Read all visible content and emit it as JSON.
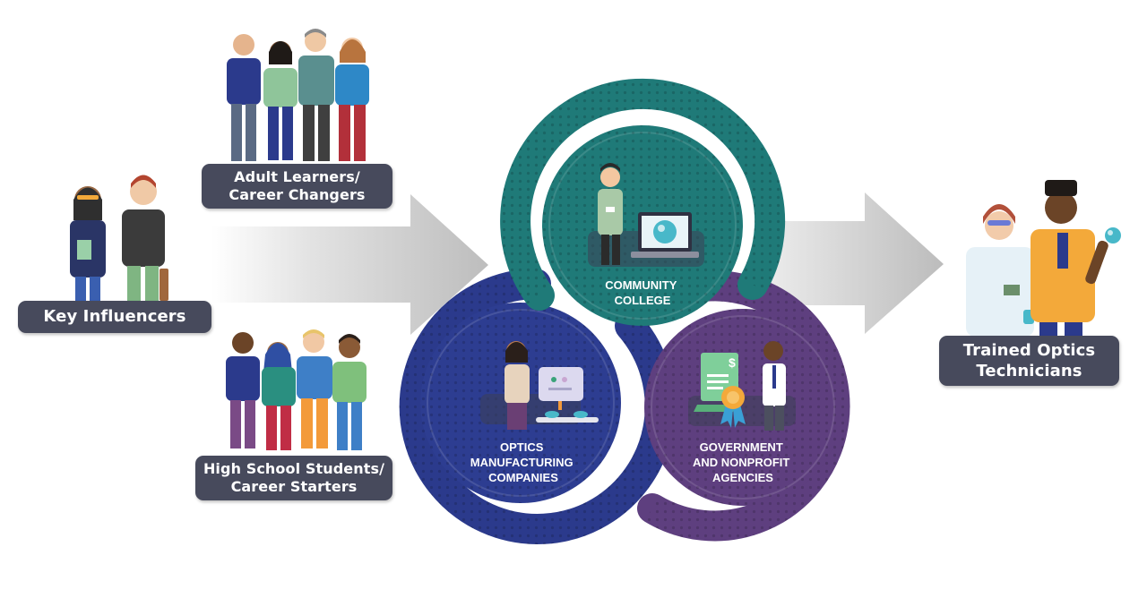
{
  "groups": {
    "key_influencers": "Key Influencers",
    "adult_learners": [
      "Adult Learners/",
      "Career Changers"
    ],
    "high_school": [
      "High School Students/",
      "Career Starters"
    ],
    "trained": [
      "Trained Optics",
      "Technicians"
    ]
  },
  "partners": {
    "college": [
      "COMMUNITY",
      "COLLEGE"
    ],
    "companies": [
      "OPTICS",
      "MANUFACTURING",
      "COMPANIES"
    ],
    "agencies": [
      "GOVERNMENT",
      "AND NONPROFIT",
      "AGENCIES"
    ]
  },
  "colors": {
    "teal": "#1f7a78",
    "navy": "#2b3a8c",
    "purple": "#5e3f7f",
    "label": "#474a5c",
    "arrow": "#c9c9c9"
  },
  "icons": [
    "person-icon",
    "monitor-icon",
    "lens-icon",
    "machine-icon",
    "certificate-icon",
    "dollar-icon",
    "ribbon-icon"
  ]
}
